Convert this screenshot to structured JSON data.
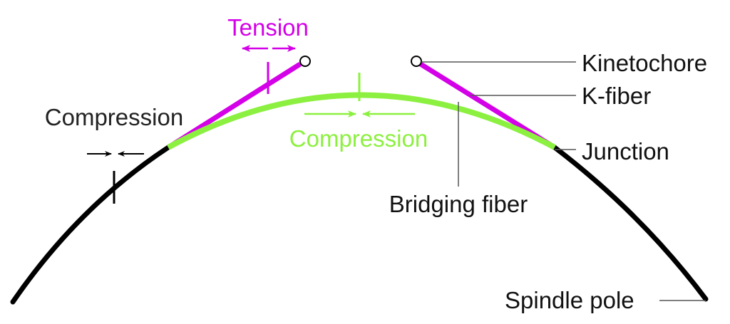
{
  "colors": {
    "fiber": "#000000",
    "bridging": "#8cf040",
    "kfiber": "#d400e8",
    "leader": "#555555"
  },
  "labels": {
    "tension": "Tension",
    "compression_bridging": "Compression",
    "compression_outer": "Compression",
    "kinetochore": "Kinetochore",
    "kfiber": "K-fiber",
    "junction": "Junction",
    "bridging_fiber": "Bridging fiber",
    "spindle_pole": "Spindle pole"
  }
}
